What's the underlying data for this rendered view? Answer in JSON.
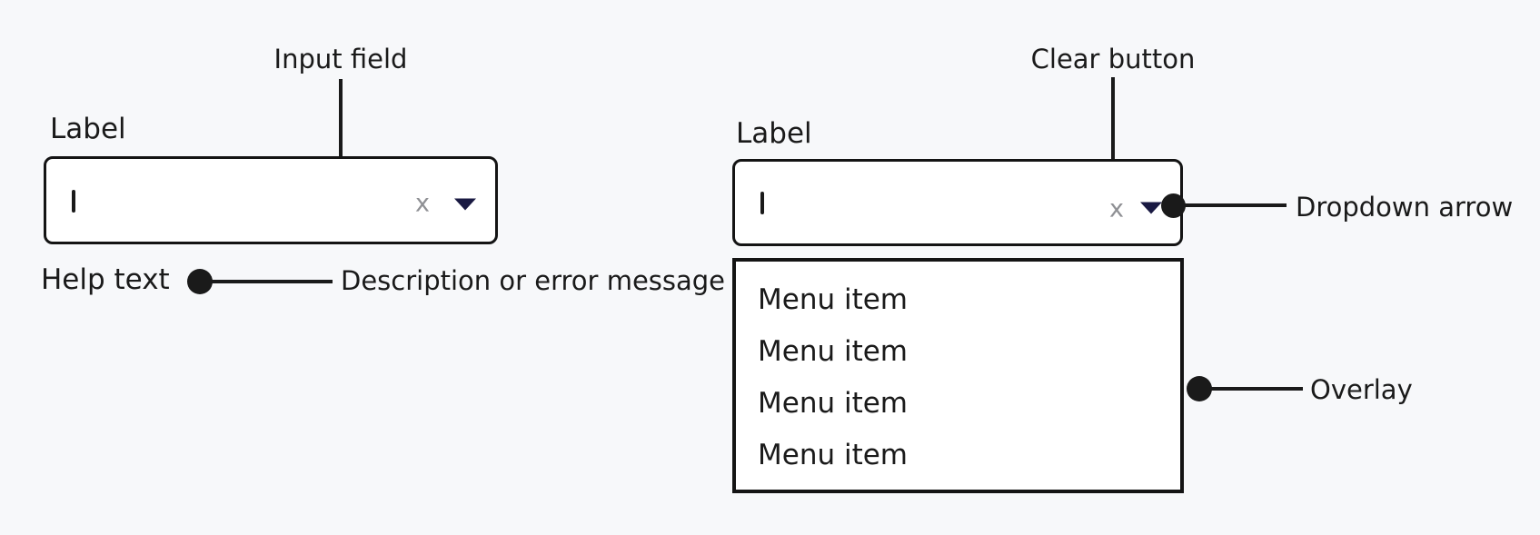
{
  "colors": {
    "background": "#f7f8fa",
    "ink": "#1a1a1a",
    "border": "#141414",
    "surface": "#ffffff",
    "clear_gray": "#8f9094",
    "arrow_navy": "#191942"
  },
  "left_combobox": {
    "label": "Label",
    "input_value": "",
    "clear_glyph": "x",
    "help_text": "Help text",
    "annotations": {
      "input_field": "Input field",
      "help": "Description or error message"
    }
  },
  "right_combobox": {
    "label": "Label",
    "input_value": "",
    "clear_glyph": "x",
    "menu_items": [
      "Menu item",
      "Menu item",
      "Menu item",
      "Menu item"
    ],
    "annotations": {
      "clear_button": "Clear button",
      "dropdown_arrow": "Dropdown arrow",
      "overlay": "Overlay"
    }
  }
}
